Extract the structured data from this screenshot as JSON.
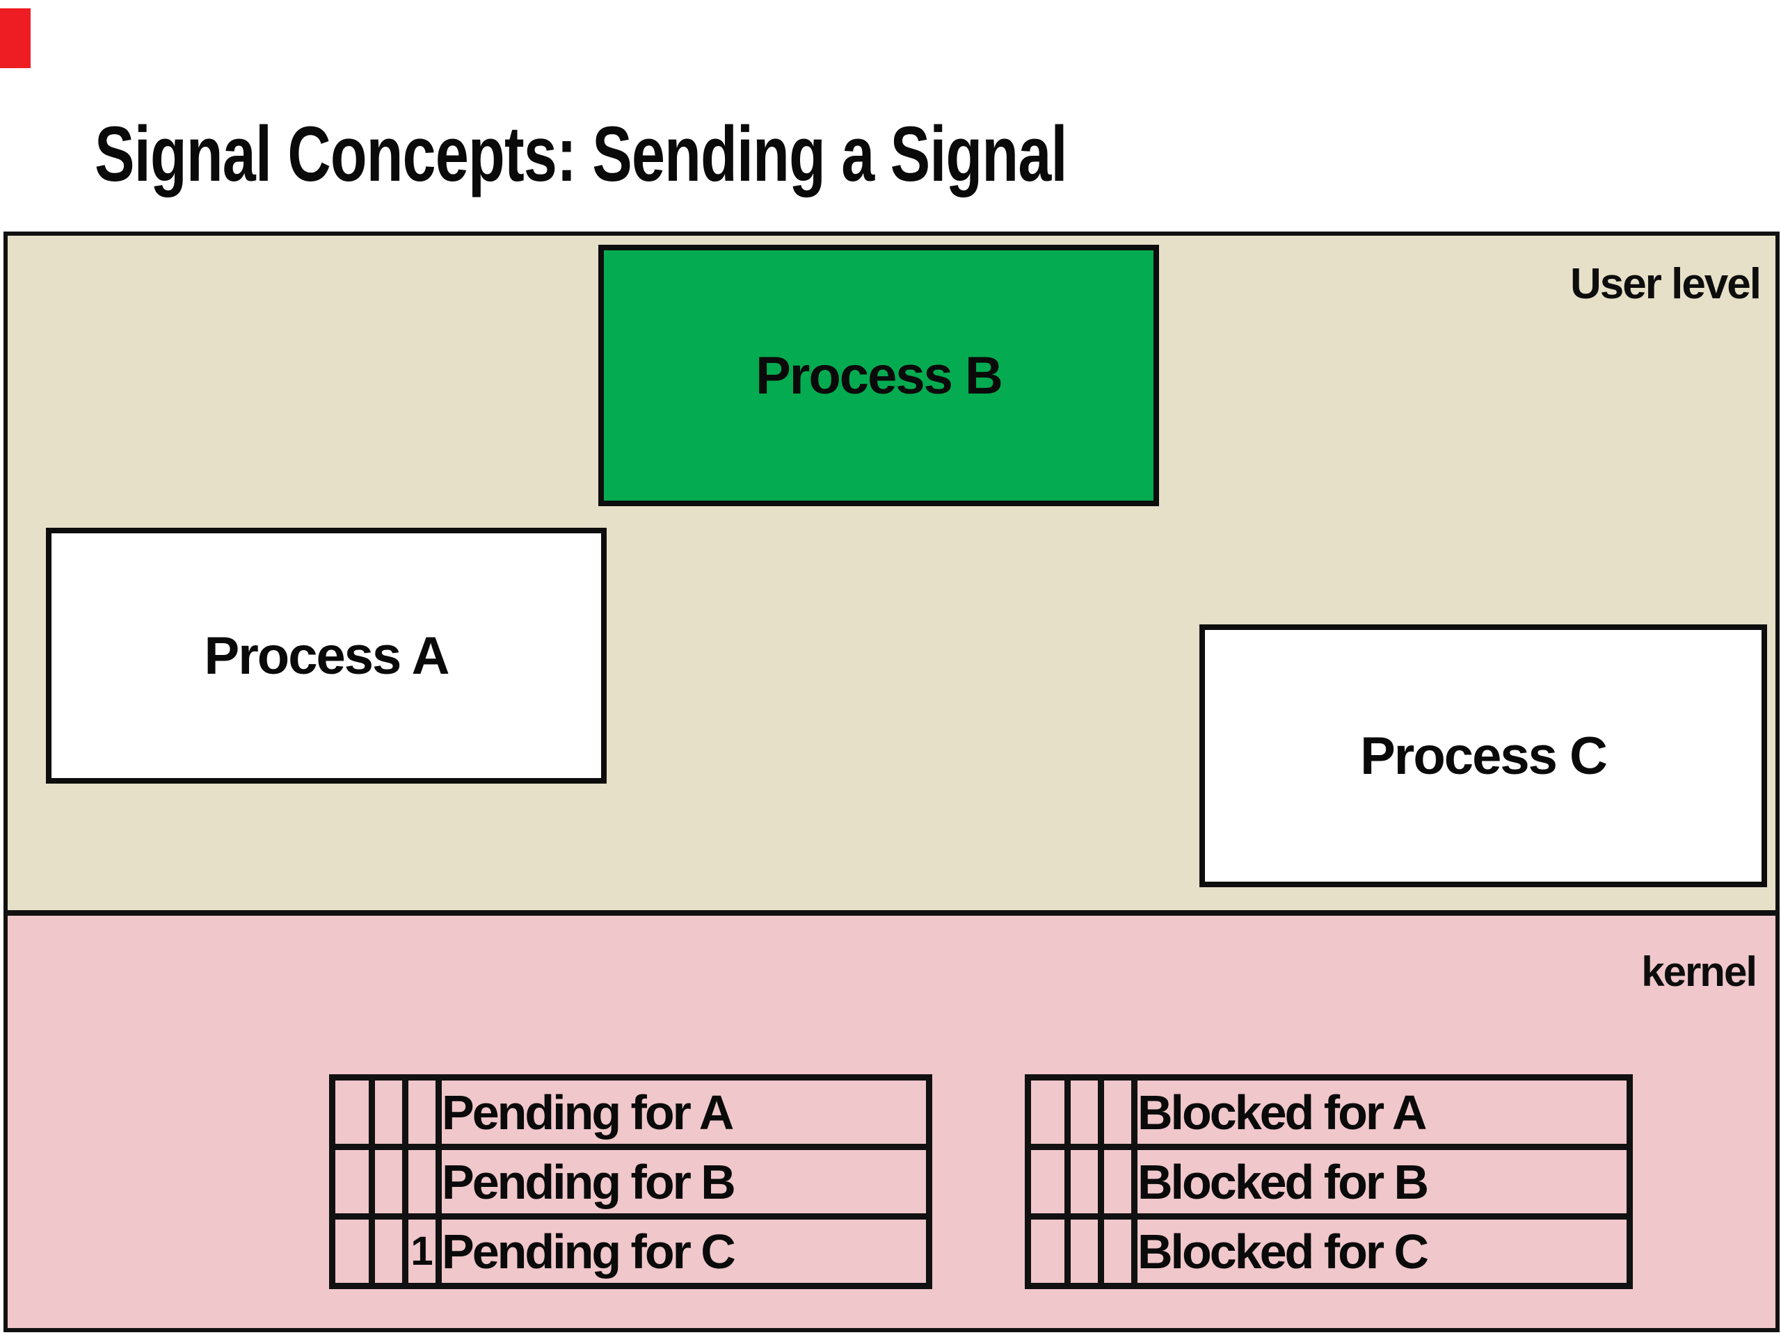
{
  "slide": {
    "title": "Signal Concepts: Sending a Signal",
    "corner_marker_color": "#ee1c23",
    "regions": {
      "user_level": {
        "label": "User level",
        "bg_color": "#e6e0c8"
      },
      "kernel": {
        "label": "kernel",
        "bg_color": "#f0c7cb"
      }
    },
    "processes": [
      {
        "id": "A",
        "label": "Process A",
        "bg_color": "#ffffff"
      },
      {
        "id": "B",
        "label": "Process B",
        "bg_color": "#05ab50"
      },
      {
        "id": "C",
        "label": "Process C",
        "bg_color": "#ffffff"
      }
    ],
    "tables": {
      "pending": {
        "rows": [
          {
            "bits": [
              "",
              "",
              ""
            ],
            "label": "Pending for A"
          },
          {
            "bits": [
              "",
              "",
              ""
            ],
            "label": "Pending for B"
          },
          {
            "bits": [
              "",
              "",
              "1"
            ],
            "label": "Pending for C"
          }
        ]
      },
      "blocked": {
        "rows": [
          {
            "bits": [
              "",
              "",
              ""
            ],
            "label": "Blocked for A"
          },
          {
            "bits": [
              "",
              "",
              ""
            ],
            "label": "Blocked for B"
          },
          {
            "bits": [
              "",
              "",
              ""
            ],
            "label": "Blocked for C"
          }
        ]
      }
    }
  }
}
